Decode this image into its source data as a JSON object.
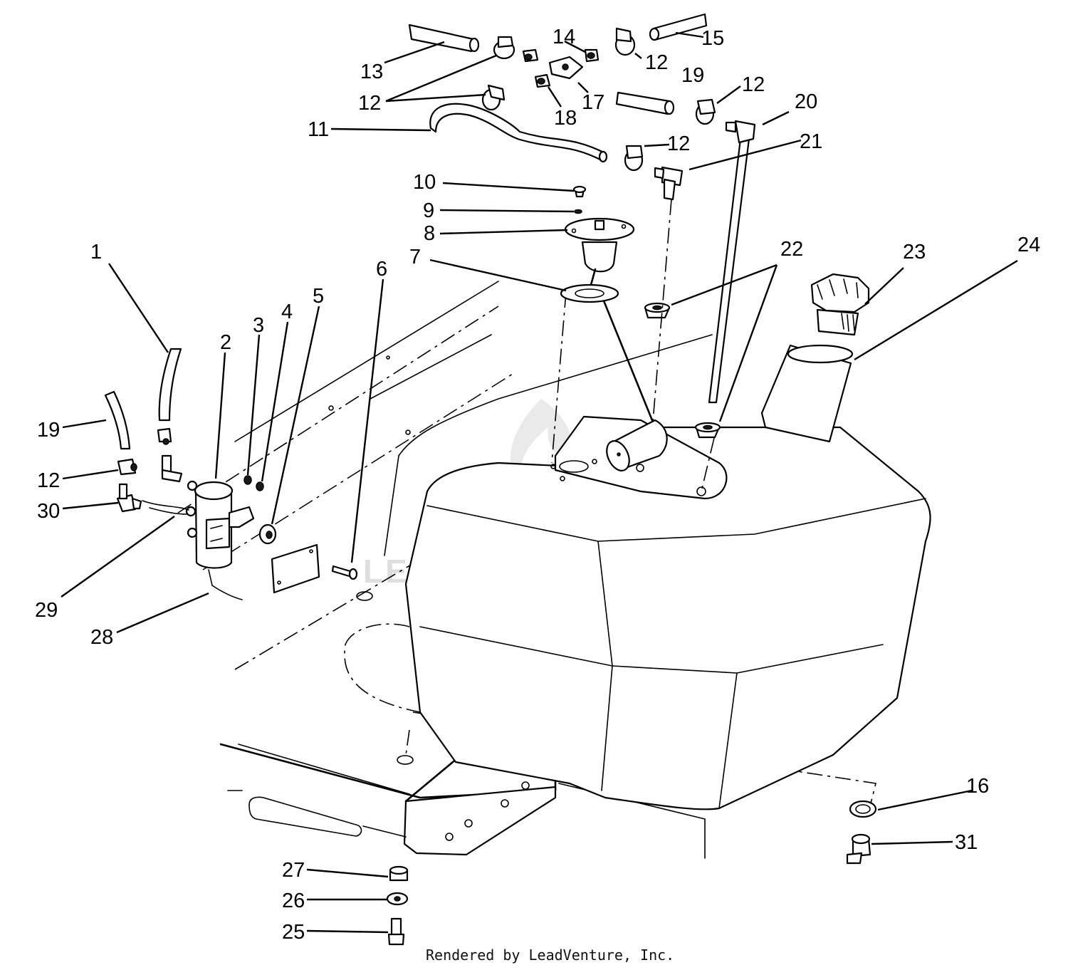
{
  "diagram": {
    "callouts": [
      {
        "id": "c1",
        "text": "1"
      },
      {
        "id": "c2",
        "text": "2"
      },
      {
        "id": "c3",
        "text": "3"
      },
      {
        "id": "c4",
        "text": "4"
      },
      {
        "id": "c5",
        "text": "5"
      },
      {
        "id": "c6",
        "text": "6"
      },
      {
        "id": "c7",
        "text": "7"
      },
      {
        "id": "c8",
        "text": "8"
      },
      {
        "id": "c9",
        "text": "9"
      },
      {
        "id": "c10",
        "text": "10"
      },
      {
        "id": "c11",
        "text": "11"
      },
      {
        "id": "c12a",
        "text": "12"
      },
      {
        "id": "c12b",
        "text": "12"
      },
      {
        "id": "c12c",
        "text": "12"
      },
      {
        "id": "c12d",
        "text": "12"
      },
      {
        "id": "c12e",
        "text": "12"
      },
      {
        "id": "c13",
        "text": "13"
      },
      {
        "id": "c14",
        "text": "14"
      },
      {
        "id": "c15",
        "text": "15"
      },
      {
        "id": "c16",
        "text": "16"
      },
      {
        "id": "c17",
        "text": "17"
      },
      {
        "id": "c18",
        "text": "18"
      },
      {
        "id": "c19a",
        "text": "19"
      },
      {
        "id": "c19b",
        "text": "19"
      },
      {
        "id": "c20",
        "text": "20"
      },
      {
        "id": "c21",
        "text": "21"
      },
      {
        "id": "c22",
        "text": "22"
      },
      {
        "id": "c23",
        "text": "23"
      },
      {
        "id": "c24",
        "text": "24"
      },
      {
        "id": "c25",
        "text": "25"
      },
      {
        "id": "c26",
        "text": "26"
      },
      {
        "id": "c27",
        "text": "27"
      },
      {
        "id": "c28",
        "text": "28"
      },
      {
        "id": "c29",
        "text": "29"
      },
      {
        "id": "c30",
        "text": "30"
      },
      {
        "id": "c31",
        "text": "31"
      }
    ],
    "watermark": "LEADVENTURE",
    "footer": "Rendered by LeadVenture, Inc."
  }
}
